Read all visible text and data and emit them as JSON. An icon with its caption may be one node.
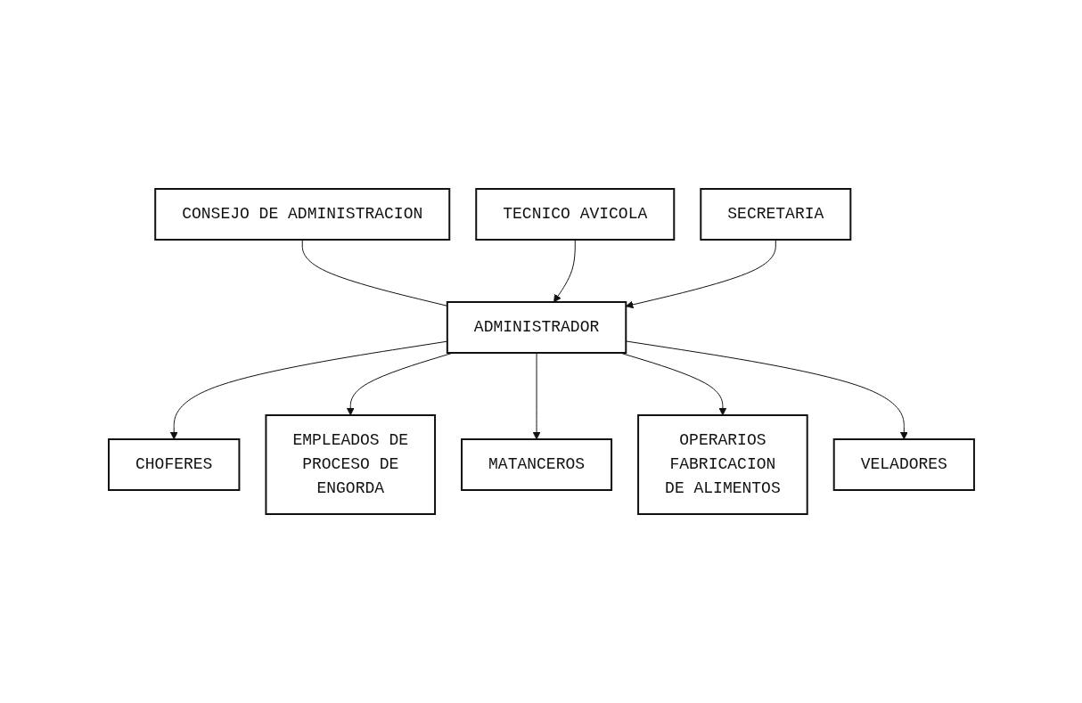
{
  "diagram": {
    "nodes": [
      {
        "text": [
          "CONSEJO DE ADMINISTRACION"
        ]
      },
      {
        "text": [
          "ADMINISTRADOR"
        ]
      },
      {
        "text": [
          "TECNICO AVICOLA"
        ]
      },
      {
        "text": [
          "SECRETARIA"
        ]
      },
      {
        "text": [
          "CHOFERES"
        ]
      },
      {
        "text": [
          "EMPLEADOS DE PROCESO DE ENGORDA"
        ]
      },
      {
        "text": [
          "MATANCEROS"
        ]
      },
      {
        "text": [
          "OPERARIOS FABRICACION DE ALIMENTOS"
        ]
      },
      {
        "text": [
          "VELADORES"
        ]
      }
    ],
    "edges": [
      {
        "from": 0,
        "to": 1,
        "arrow": "none"
      },
      {
        "from": 2,
        "to": 1,
        "arrow": "to"
      },
      {
        "from": 3,
        "to": 1,
        "arrow": "to"
      },
      {
        "from": 1,
        "to": 4,
        "arrow": "to"
      },
      {
        "from": 1,
        "to": 5,
        "arrow": "to"
      },
      {
        "from": 1,
        "to": 6,
        "arrow": "to"
      },
      {
        "from": 1,
        "to": 7,
        "arrow": "to"
      },
      {
        "from": 1,
        "to": 8,
        "arrow": "to"
      }
    ]
  }
}
